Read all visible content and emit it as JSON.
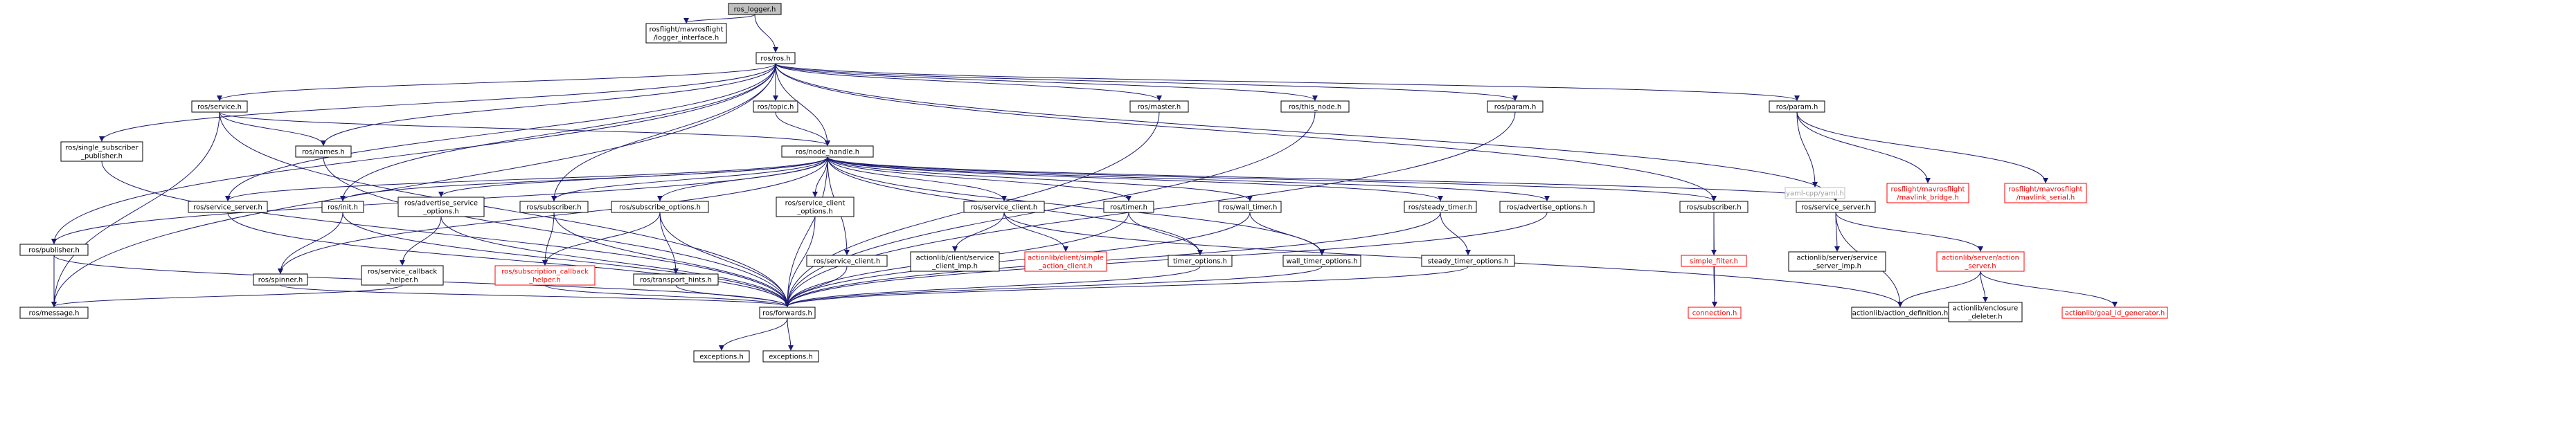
{
  "diagram": {
    "colors": {
      "edge": "#191970",
      "root_fill": "#bfbfbf",
      "missing_file": "#ff0000",
      "external": "#a0a0a0"
    },
    "nodes": [
      {
        "id": "ros_logger",
        "lines": [
          "ros_logger.h"
        ],
        "style": "root"
      },
      {
        "id": "logger_interface",
        "lines": [
          "rosflight/mavrosflight",
          "/logger_interface.h"
        ]
      },
      {
        "id": "ros",
        "lines": [
          "ros/ros.h"
        ]
      },
      {
        "id": "service",
        "lines": [
          "ros/service.h"
        ]
      },
      {
        "id": "topic",
        "lines": [
          "ros/topic.h"
        ]
      },
      {
        "id": "master",
        "lines": [
          "ros/master.h"
        ]
      },
      {
        "id": "this_node",
        "lines": [
          "ros/this_node.h"
        ]
      },
      {
        "id": "param_ros",
        "lines": [
          "ros/param.h"
        ]
      },
      {
        "id": "param2",
        "lines": [
          "ros/param.h"
        ]
      },
      {
        "id": "single_sub_pub",
        "lines": [
          "ros/single_subscriber",
          "_publisher.h"
        ]
      },
      {
        "id": "names",
        "lines": [
          "ros/names.h"
        ]
      },
      {
        "id": "node_handle",
        "lines": [
          "ros/node_handle.h"
        ]
      },
      {
        "id": "yaml",
        "lines": [
          "yaml-cpp/yaml.h"
        ],
        "style": "gray"
      },
      {
        "id": "mavlink_bridge",
        "lines": [
          "rosflight/mavrosflight",
          "/mavlink_bridge.h"
        ],
        "style": "red"
      },
      {
        "id": "mavlink_serial",
        "lines": [
          "rosflight/mavrosflight",
          "/mavlink_serial.h"
        ],
        "style": "red"
      },
      {
        "id": "service_server",
        "lines": [
          "ros/service_server.h"
        ]
      },
      {
        "id": "init",
        "lines": [
          "ros/init.h"
        ]
      },
      {
        "id": "adv_srv_opts",
        "lines": [
          "ros/advertise_service",
          "_options.h"
        ]
      },
      {
        "id": "subscriber",
        "lines": [
          "ros/subscriber.h"
        ]
      },
      {
        "id": "subscribe_opts",
        "lines": [
          "ros/subscribe_options.h"
        ]
      },
      {
        "id": "srv_client_opts",
        "lines": [
          "ros/service_client",
          "_options.h"
        ]
      },
      {
        "id": "srv_client",
        "lines": [
          "ros/service_client.h"
        ]
      },
      {
        "id": "timer",
        "lines": [
          "ros/timer.h"
        ]
      },
      {
        "id": "wall_timer",
        "lines": [
          "ros/wall_timer.h"
        ]
      },
      {
        "id": "steady_timer",
        "lines": [
          "ros/steady_timer.h"
        ]
      },
      {
        "id": "adv_opts",
        "lines": [
          "ros/advertise_options.h"
        ]
      },
      {
        "id": "subscriber2",
        "lines": [
          "ros/subscriber.h"
        ]
      },
      {
        "id": "service_server2",
        "lines": [
          "ros/service_server.h"
        ]
      },
      {
        "id": "publisher",
        "lines": [
          "ros/publisher.h"
        ]
      },
      {
        "id": "spinner",
        "lines": [
          "ros/spinner.h"
        ]
      },
      {
        "id": "srv_cb_helper",
        "lines": [
          "ros/service_callback",
          "_helper.h"
        ]
      },
      {
        "id": "sub_cb_helper",
        "lines": [
          "ros/subscription_callback",
          "_helper.h"
        ],
        "style": "red"
      },
      {
        "id": "transport_hints",
        "lines": [
          "ros/transport_hints.h"
        ]
      },
      {
        "id": "srv_client2",
        "lines": [
          "ros/service_client.h"
        ]
      },
      {
        "id": "al_client_imp",
        "lines": [
          "actionlib/client/service",
          "_client_imp.h"
        ]
      },
      {
        "id": "al_simple_client",
        "lines": [
          "actionlib/client/simple",
          "_action_client.h"
        ],
        "style": "red"
      },
      {
        "id": "timer_opts",
        "lines": [
          "timer_options.h"
        ]
      },
      {
        "id": "wall_timer_opts",
        "lines": [
          "wall_timer_options.h"
        ]
      },
      {
        "id": "steady_timer_opts",
        "lines": [
          "steady_timer_options.h"
        ]
      },
      {
        "id": "simple_filter",
        "lines": [
          "simple_filter.h"
        ],
        "style": "red"
      },
      {
        "id": "connection",
        "lines": [
          "connection.h"
        ],
        "style": "red"
      },
      {
        "id": "al_server_imp",
        "lines": [
          "actionlib/server/service",
          "_server_imp.h"
        ]
      },
      {
        "id": "al_action_server",
        "lines": [
          "actionlib/server/action",
          "_server.h"
        ],
        "style": "red"
      },
      {
        "id": "message",
        "lines": [
          "ros/message.h"
        ]
      },
      {
        "id": "forwards",
        "lines": [
          "ros/forwards.h"
        ]
      },
      {
        "id": "al_action_def",
        "lines": [
          "actionlib/action_definition.h"
        ]
      },
      {
        "id": "al_enclosure",
        "lines": [
          "actionlib/enclosure",
          "_deleter.h"
        ]
      },
      {
        "id": "al_goal_id",
        "lines": [
          "actionlib/goal_id_generator.h"
        ],
        "style": "red"
      },
      {
        "id": "exceptions1",
        "lines": [
          "exceptions.h"
        ]
      },
      {
        "id": "exceptions2",
        "lines": [
          "exceptions.h"
        ]
      }
    ],
    "edges": [
      [
        "ros_logger",
        "logger_interface"
      ],
      [
        "ros_logger",
        "ros"
      ],
      [
        "ros",
        "service"
      ],
      [
        "ros",
        "topic"
      ],
      [
        "ros",
        "master"
      ],
      [
        "ros",
        "this_node"
      ],
      [
        "ros",
        "param_ros"
      ],
      [
        "ros",
        "param2"
      ],
      [
        "ros",
        "single_sub_pub"
      ],
      [
        "ros",
        "names"
      ],
      [
        "ros",
        "node_handle"
      ],
      [
        "ros",
        "service_server"
      ],
      [
        "ros",
        "init"
      ],
      [
        "ros",
        "subscriber"
      ],
      [
        "ros",
        "subscriber2"
      ],
      [
        "ros",
        "service_server2"
      ],
      [
        "ros",
        "publisher"
      ],
      [
        "ros",
        "message"
      ],
      [
        "service",
        "names"
      ],
      [
        "service",
        "node_handle"
      ],
      [
        "service",
        "forwards"
      ],
      [
        "service",
        "message"
      ],
      [
        "topic",
        "node_handle"
      ],
      [
        "master",
        "forwards"
      ],
      [
        "this_node",
        "forwards"
      ],
      [
        "param_ros",
        "forwards"
      ],
      [
        "param2",
        "yaml"
      ],
      [
        "param2",
        "mavlink_bridge"
      ],
      [
        "param2",
        "mavlink_serial"
      ],
      [
        "single_sub_pub",
        "forwards"
      ],
      [
        "names",
        "forwards"
      ],
      [
        "node_handle",
        "service_server"
      ],
      [
        "node_handle",
        "init"
      ],
      [
        "node_handle",
        "adv_srv_opts"
      ],
      [
        "node_handle",
        "subscriber"
      ],
      [
        "node_handle",
        "subscribe_opts"
      ],
      [
        "node_handle",
        "srv_client_opts"
      ],
      [
        "node_handle",
        "srv_client"
      ],
      [
        "node_handle",
        "timer"
      ],
      [
        "node_handle",
        "wall_timer"
      ],
      [
        "node_handle",
        "steady_timer"
      ],
      [
        "node_handle",
        "adv_opts"
      ],
      [
        "node_handle",
        "subscriber2"
      ],
      [
        "node_handle",
        "service_server2"
      ],
      [
        "node_handle",
        "publisher"
      ],
      [
        "node_handle",
        "spinner"
      ],
      [
        "node_handle",
        "srv_client2"
      ],
      [
        "node_handle",
        "timer_opts"
      ],
      [
        "node_handle",
        "wall_timer_opts"
      ],
      [
        "node_handle",
        "forwards"
      ],
      [
        "service_server",
        "forwards"
      ],
      [
        "init",
        "spinner"
      ],
      [
        "init",
        "forwards"
      ],
      [
        "adv_srv_opts",
        "srv_cb_helper"
      ],
      [
        "adv_srv_opts",
        "forwards"
      ],
      [
        "subscriber",
        "sub_cb_helper"
      ],
      [
        "subscriber",
        "forwards"
      ],
      [
        "subscribe_opts",
        "sub_cb_helper"
      ],
      [
        "subscribe_opts",
        "transport_hints"
      ],
      [
        "subscribe_opts",
        "forwards"
      ],
      [
        "srv_client_opts",
        "forwards"
      ],
      [
        "srv_client",
        "al_client_imp"
      ],
      [
        "srv_client",
        "al_simple_client"
      ],
      [
        "srv_client",
        "al_action_def"
      ],
      [
        "timer",
        "timer_opts"
      ],
      [
        "timer",
        "forwards"
      ],
      [
        "wall_timer",
        "wall_timer_opts"
      ],
      [
        "wall_timer",
        "forwards"
      ],
      [
        "steady_timer",
        "steady_timer_opts"
      ],
      [
        "steady_timer",
        "forwards"
      ],
      [
        "adv_opts",
        "forwards"
      ],
      [
        "subscriber2",
        "simple_filter"
      ],
      [
        "subscriber2",
        "connection"
      ],
      [
        "service_server2",
        "al_server_imp"
      ],
      [
        "service_server2",
        "al_action_server"
      ],
      [
        "service_server2",
        "al_action_def"
      ],
      [
        "publisher",
        "message"
      ],
      [
        "publisher",
        "forwards"
      ],
      [
        "spinner",
        "forwards"
      ],
      [
        "srv_cb_helper",
        "message"
      ],
      [
        "sub_cb_helper",
        "forwards"
      ],
      [
        "transport_hints",
        "forwards"
      ],
      [
        "srv_client2",
        "forwards"
      ],
      [
        "timer_opts",
        "forwards"
      ],
      [
        "wall_timer_opts",
        "forwards"
      ],
      [
        "steady_timer_opts",
        "forwards"
      ],
      [
        "simple_filter",
        "connection"
      ],
      [
        "al_action_server",
        "al_action_def"
      ],
      [
        "al_action_server",
        "al_enclosure"
      ],
      [
        "al_action_server",
        "al_goal_id"
      ],
      [
        "forwards",
        "exceptions1"
      ],
      [
        "forwards",
        "exceptions2"
      ]
    ]
  }
}
